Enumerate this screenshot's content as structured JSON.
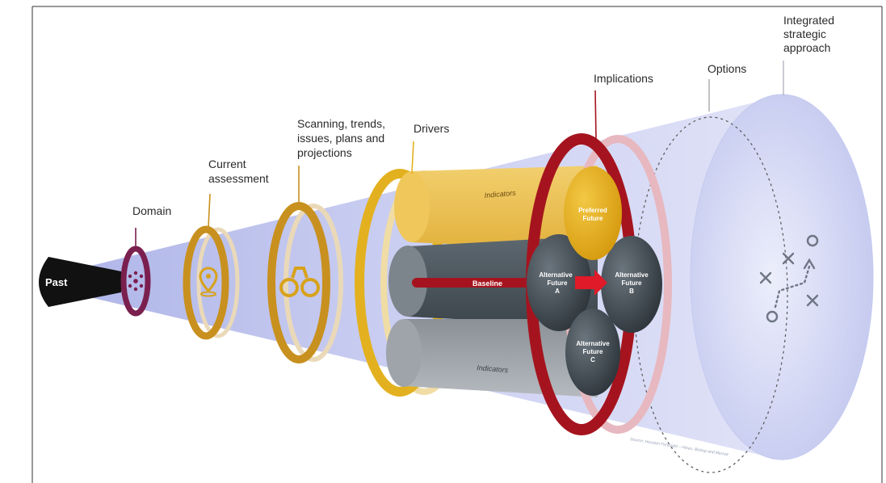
{
  "labels": {
    "past": "Past",
    "domain": "Domain",
    "current_assessment": [
      "Current",
      "assessment"
    ],
    "scanning": [
      "Scanning, trends,",
      "issues, plans and",
      "projections"
    ],
    "drivers": "Drivers",
    "implications": "Implications",
    "options": "Options",
    "integrated": [
      "Integrated",
      "strategic",
      "approach"
    ]
  },
  "inner": {
    "indicators_top": "Indicators",
    "indicators_bottom": "Indicators",
    "baseline": "Baseline",
    "preferred": [
      "Preferred",
      "Future"
    ],
    "alt_a": [
      "Alternative",
      "Future",
      "A"
    ],
    "alt_b": [
      "Alternative",
      "Future",
      "B"
    ],
    "alt_c": [
      "Alternative",
      "Future",
      "C"
    ],
    "source": "Source: Houston Foresight – Hines, Bishop and Merrett"
  },
  "icons": [
    "map-pin-icon",
    "binoculars-icon",
    "strategy-play-icon",
    "dots-ring-icon"
  ],
  "colors": {
    "cone": "#cdd2f2",
    "gold": "#d8a21a",
    "dark_red": "#a5141e",
    "plum": "#7a1f4e",
    "slate": "#46505a",
    "black": "#111111"
  }
}
